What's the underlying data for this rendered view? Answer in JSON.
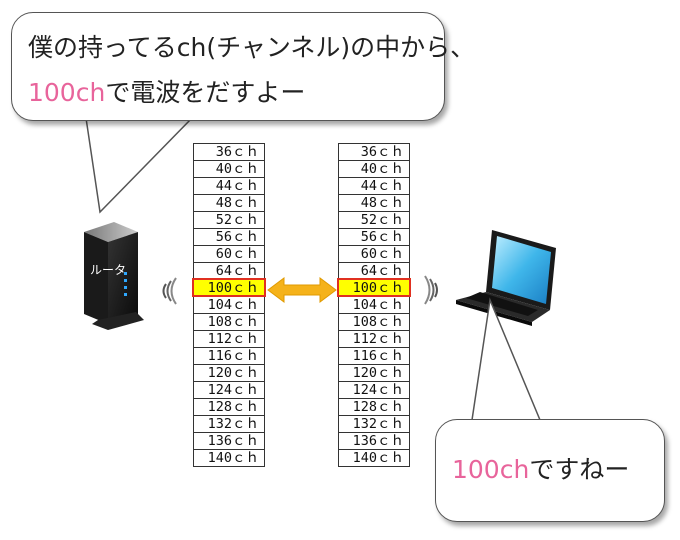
{
  "router": {
    "label": "ルータ"
  },
  "bubble_router": {
    "line1": "僕の持ってるch(チャンネル)の中から、",
    "line2_highlight": "100ch",
    "line2_rest": "で電波をだすよー"
  },
  "bubble_pc": {
    "highlight": "100ch",
    "rest": "ですねー"
  },
  "channels_left": [
    "36ｃｈ",
    "40ｃｈ",
    "44ｃｈ",
    "48ｃｈ",
    "52ｃｈ",
    "56ｃｈ",
    "60ｃｈ",
    "64ｃｈ",
    "100ｃｈ",
    "104ｃｈ",
    "108ｃｈ",
    "112ｃｈ",
    "116ｃｈ",
    "120ｃｈ",
    "124ｃｈ",
    "128ｃｈ",
    "132ｃｈ",
    "136ｃｈ",
    "140ｃｈ"
  ],
  "channels_right": [
    "36ｃｈ",
    "40ｃｈ",
    "44ｃｈ",
    "48ｃｈ",
    "52ｃｈ",
    "56ｃｈ",
    "60ｃｈ",
    "64ｃｈ",
    "100ｃｈ",
    "104ｃｈ",
    "108ｃｈ",
    "112ｃｈ",
    "116ｃｈ",
    "120ｃｈ",
    "124ｃｈ",
    "128ｃｈ",
    "132ｃｈ",
    "136ｃｈ",
    "140ｃｈ"
  ],
  "highlighted_channel": "100ｃｈ",
  "colors": {
    "highlight_fill": "#ffff00",
    "highlight_border": "#e03020",
    "accent_text": "#e8649b",
    "arrow": "#f5b21a"
  }
}
